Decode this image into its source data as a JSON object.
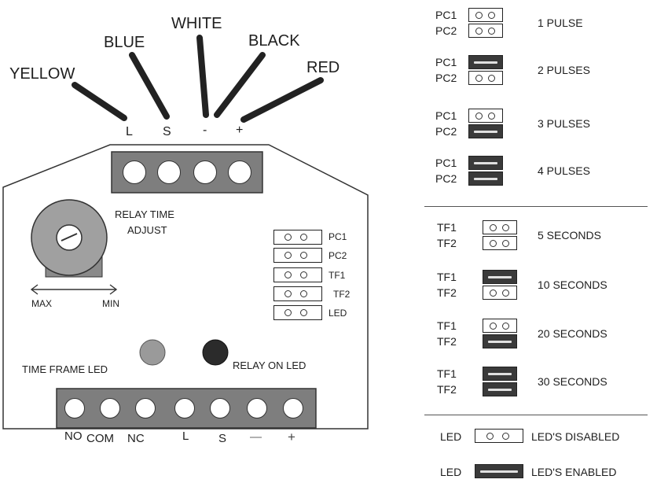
{
  "wires": {
    "yellow": "YELLOW",
    "blue": "BLUE",
    "white": "WHITE",
    "black": "BLACK",
    "red": "RED"
  },
  "top_terminals": [
    "L",
    "S",
    "-",
    "+"
  ],
  "board": {
    "relay_time_adjust": "RELAY TIME\nADJUST",
    "relay_time_line1": "RELAY TIME",
    "relay_time_line2": "ADJUST",
    "max": "MAX",
    "min": "MIN",
    "jumper_labels": [
      "PC1",
      "PC2",
      "TF1",
      "TF2",
      "LED"
    ],
    "time_frame_led": "TIME FRAME LED",
    "relay_on_led": "RELAY ON LED"
  },
  "bottom_terminals": [
    "NO",
    "COM",
    "NC",
    "L",
    "S",
    "—",
    "+"
  ],
  "pulse_settings": [
    {
      "top": "PC1",
      "bottom": "PC2",
      "top_on": false,
      "bottom_on": false,
      "desc": "1 PULSE"
    },
    {
      "top": "PC1",
      "bottom": "PC2",
      "top_on": true,
      "bottom_on": false,
      "desc": "2 PULSES"
    },
    {
      "top": "PC1",
      "bottom": "PC2",
      "top_on": false,
      "bottom_on": true,
      "desc": "3 PULSES"
    },
    {
      "top": "PC1",
      "bottom": "PC2",
      "top_on": true,
      "bottom_on": true,
      "desc": "4 PULSES"
    }
  ],
  "time_settings": [
    {
      "top": "TF1",
      "bottom": "TF2",
      "top_on": false,
      "bottom_on": false,
      "desc": "5 SECONDS"
    },
    {
      "top": "TF1",
      "bottom": "TF2",
      "top_on": true,
      "bottom_on": false,
      "desc": "10 SECONDS"
    },
    {
      "top": "TF1",
      "bottom": "TF2",
      "top_on": false,
      "bottom_on": true,
      "desc": "20 SECONDS"
    },
    {
      "top": "TF1",
      "bottom": "TF2",
      "top_on": true,
      "bottom_on": true,
      "desc": "30 SECONDS"
    }
  ],
  "led_settings": [
    {
      "label": "LED",
      "on": false,
      "desc": "LED'S DISABLED"
    },
    {
      "label": "LED",
      "on": true,
      "desc": "LED'S ENABLED"
    }
  ]
}
